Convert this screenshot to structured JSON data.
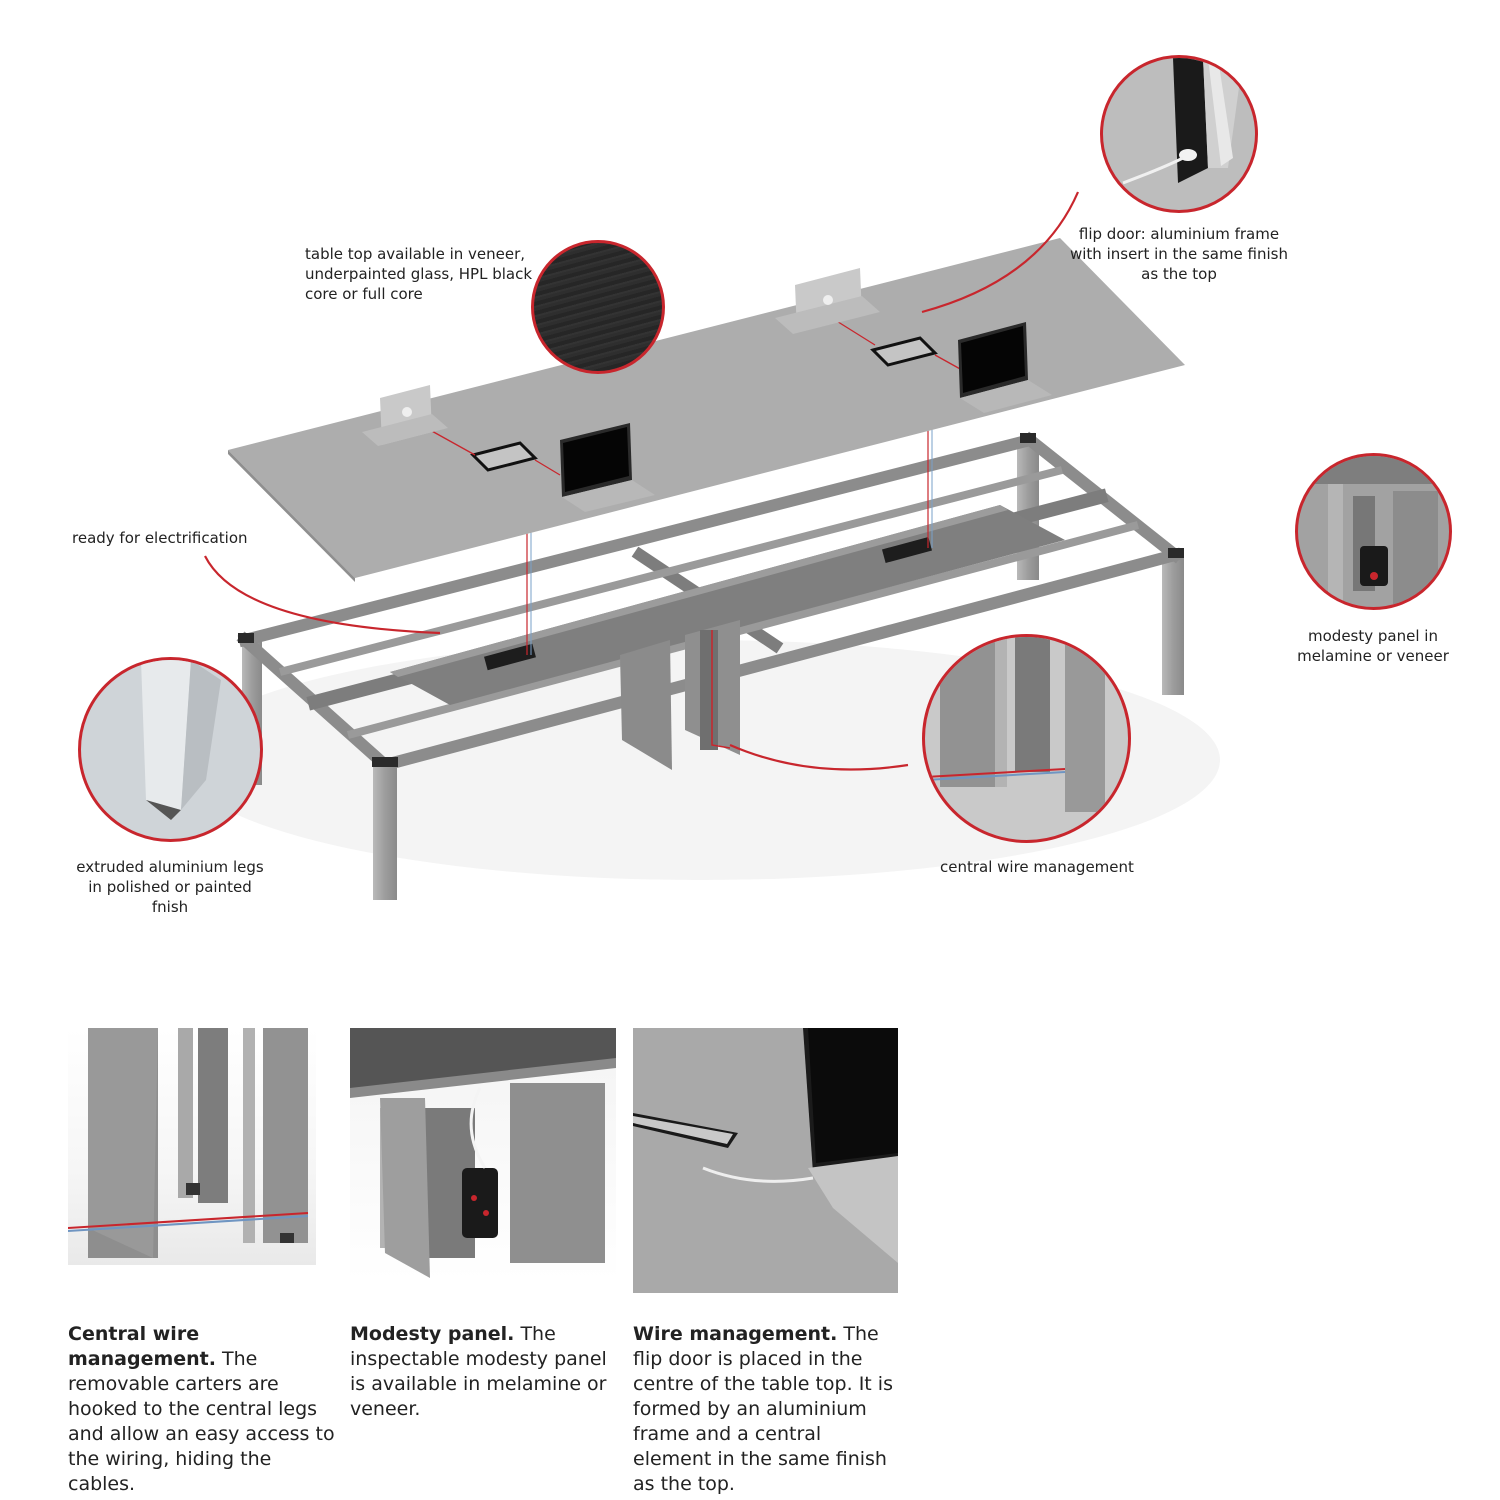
{
  "colors": {
    "accent": "#c8262d",
    "tabletop": "#a9a9a9",
    "frame": "#9a9a9a",
    "panel": "#8e8e8e",
    "background": "#ffffff"
  },
  "callouts": {
    "table_top": "table top available in veneer, underpainted glass, HPL black core or full core",
    "flip_door": "flip door: aluminium frame with insert in the same finish as the top",
    "electrification": "ready for electrification",
    "modesty_panel": "modesty panel in melamine or veneer",
    "legs": "extruded aluminium legs in polished or painted fnish",
    "central_wire": "central wire management"
  },
  "details": [
    {
      "title": "Central wire management.",
      "body": "The removable carters are hooked to the central legs and allow an easy access to the wiring, hiding the cables."
    },
    {
      "title": "Modesty panel.",
      "body": "The inspectable modesty panel is available in melamine or veneer."
    },
    {
      "title": "Wire management.",
      "body": "The flip door is placed in the centre of the table top. It is formed by an aluminium frame and a central element in the same finish as the top."
    }
  ]
}
